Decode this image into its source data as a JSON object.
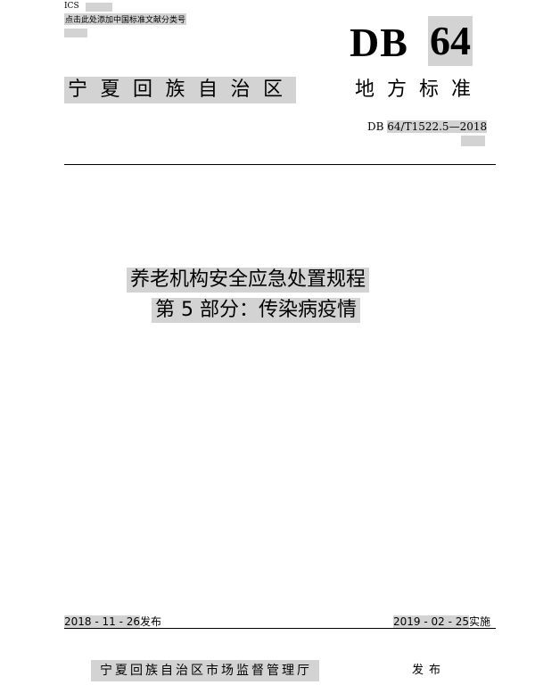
{
  "header": {
    "ics_label": "ICS",
    "classification_note": "点击此处添加中国标准文献分类号"
  },
  "standard": {
    "prefix": "DB",
    "region_code": "64",
    "type_left": "宁夏回族自治区",
    "type_right": "地方标准",
    "code_prefix": "DB ",
    "code_number": "64/T1522.5—2018"
  },
  "title": {
    "line1": "养老机构安全应急处置规程",
    "line2": "第 5 部分：传染病疫情"
  },
  "dates": {
    "publish_date": "2018 - 11 - 26",
    "publish_label": "发布",
    "implement_date": "2019 - 02 - 25",
    "implement_label": "实施"
  },
  "footer": {
    "issuer": "宁夏回族自治区市场监督管理厅",
    "issue_label": "发布"
  }
}
